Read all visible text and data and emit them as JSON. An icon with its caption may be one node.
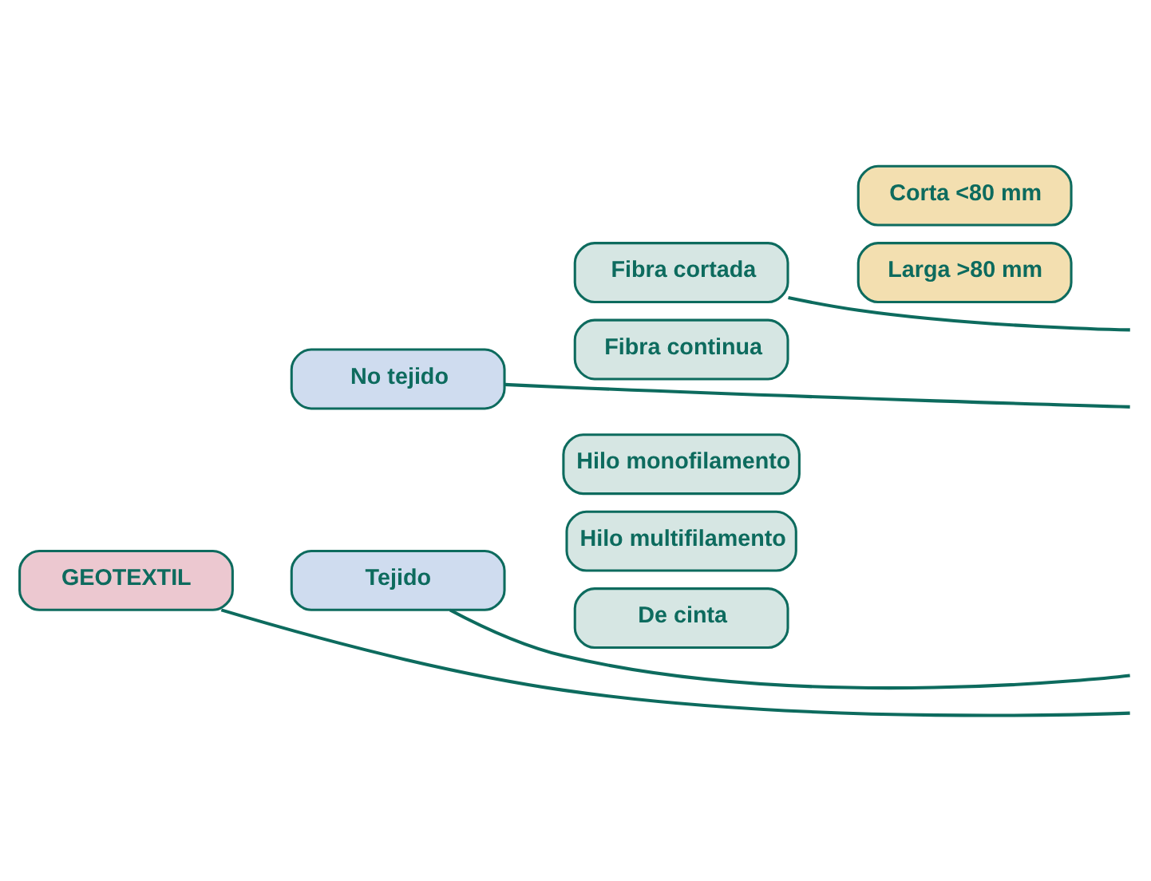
{
  "diagram": {
    "nodes": [
      {
        "text": [
          "GEOTEXTIL"
        ]
      },
      {
        "text": [
          "No tejido"
        ]
      },
      {
        "text": [
          "Fibra cortada"
        ]
      },
      {
        "text": [
          "Corta <80 mm"
        ]
      },
      {
        "text": [
          "Larga >80 mm"
        ]
      },
      {
        "text": [
          "Fibra continua"
        ]
      },
      {
        "text": [
          "Tejido"
        ]
      },
      {
        "text": [
          "Hilo monofilamento"
        ]
      },
      {
        "text": [
          "Hilo multifilamento"
        ]
      },
      {
        "text": [
          "De cinta"
        ]
      }
    ],
    "edges": [
      {
        "from": 0,
        "to": null,
        "arrow": "none"
      },
      {
        "from": 1,
        "to": null,
        "arrow": "none"
      },
      {
        "from": 2,
        "to": null,
        "arrow": "none"
      },
      {
        "from": 6,
        "to": null,
        "arrow": "none"
      }
    ]
  }
}
